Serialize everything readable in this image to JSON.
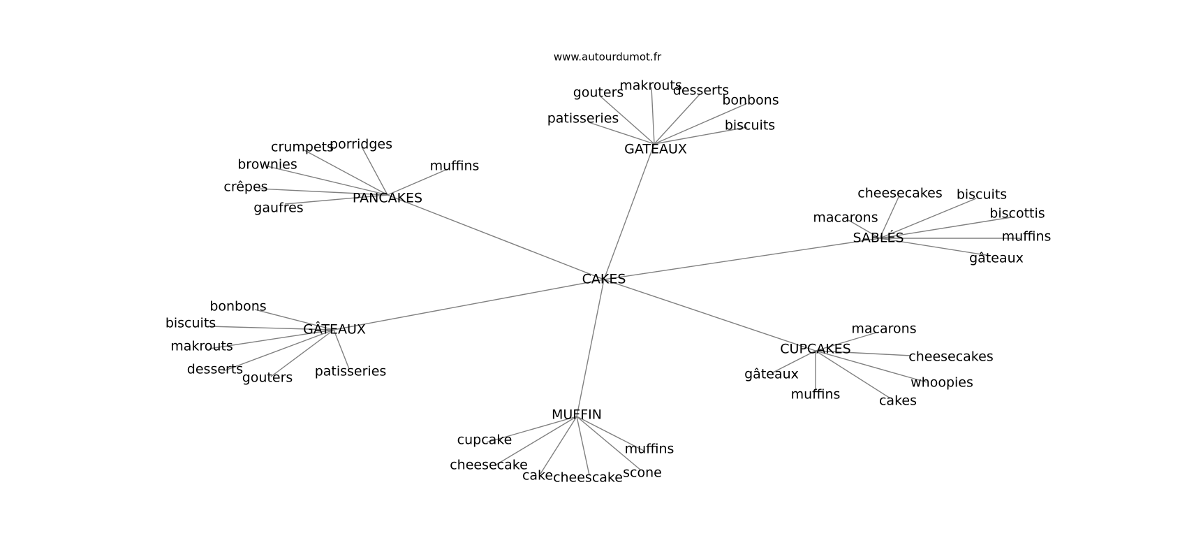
{
  "source_label": "www.autourdumot.fr",
  "graph": {
    "root": "CAKES",
    "hubs": [
      {
        "id": "gateaux-top",
        "label": "GATEAUX",
        "children": [
          "patisseries",
          "gouters",
          "makrouts",
          "desserts",
          "bonbons",
          "biscuits"
        ]
      },
      {
        "id": "pancakes",
        "label": "PANCAKES",
        "children": [
          "crumpets",
          "porridges",
          "brownies",
          "muffins",
          "crêpes",
          "gaufres"
        ]
      },
      {
        "id": "sables",
        "label": "SABLÉS",
        "children": [
          "cheesecakes",
          "biscuits",
          "biscottis",
          "macarons",
          "muffins",
          "gâteaux"
        ]
      },
      {
        "id": "gateaux-left",
        "label": "GÂTEAUX",
        "children": [
          "bonbons",
          "biscuits",
          "makrouts",
          "desserts",
          "gouters",
          "patisseries"
        ]
      },
      {
        "id": "cupcakes",
        "label": "CUPCAKES",
        "children": [
          "macarons",
          "cheesecakes",
          "gâteaux",
          "whoopies",
          "muffins",
          "cakes"
        ]
      },
      {
        "id": "muffin",
        "label": "MUFFIN",
        "children": [
          "cupcake",
          "cheesecake",
          "cake",
          "cheescake",
          "scone",
          "muffins"
        ]
      }
    ]
  }
}
